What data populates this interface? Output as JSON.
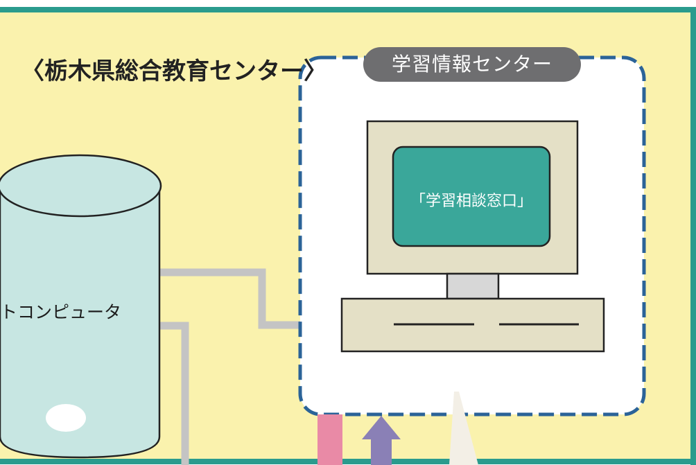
{
  "diagram": {
    "organization_label": "〈栃木県総合教育センター〉",
    "center_label": "学習情報センター",
    "screen_label": "「学習相談窓口」",
    "server_label": "トコンピュータ"
  },
  "colors": {
    "background": "#faf2ad",
    "frame_border": "#2a9b8d",
    "dashed_border": "#2b6398",
    "badge": "#6e6e70",
    "server_body": "#c7e6e2",
    "monitor": "#e4e0c6",
    "screen": "#3aa79a",
    "connector": "#c4c4c4",
    "arrow_pink": "#e98aa6",
    "arrow_purple": "#8a80b6"
  },
  "icons": [
    "database-cylinder-icon",
    "desktop-computer-icon",
    "up-arrow-icon"
  ]
}
